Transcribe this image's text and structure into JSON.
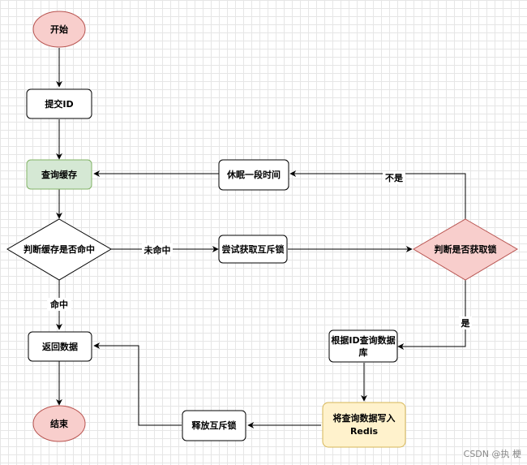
{
  "nodes": {
    "start": "开始",
    "submit_id": "提交ID",
    "query_cache": "查询缓存",
    "cache_hit_decision": "判断缓存是否命中",
    "return_data": "返回数据",
    "end": "结束",
    "try_acquire_lock": "尝试获取互斥锁",
    "lock_acquired_decision": "判断是否获取锁",
    "sleep": "休眠一段时间",
    "query_db_line1": "根据ID查询数据",
    "query_db_line2": "库",
    "write_redis_line1": "将查询数据写入",
    "write_redis_line2": "Redis",
    "release_lock": "释放互斥锁"
  },
  "edge_labels": {
    "miss": "未命中",
    "hit": "命中",
    "yes": "是",
    "no": "不是"
  },
  "watermark": "CSDN @执 梗",
  "colors": {
    "terminal_fill": "#f8cecc",
    "terminal_stroke": "#b85450",
    "cache_fill": "#d5e8d4",
    "cache_stroke": "#82b366",
    "redis_fill": "#fff2cc",
    "redis_stroke": "#d6b656"
  }
}
